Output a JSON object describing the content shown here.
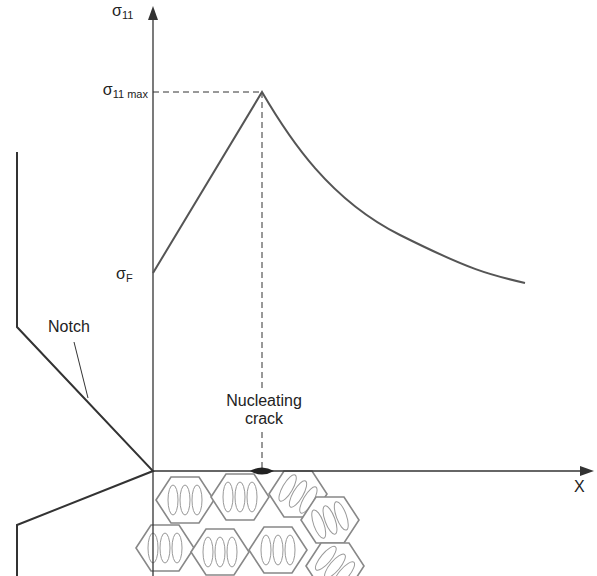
{
  "diagram": {
    "labels": [
      "σ11",
      "σ11 max",
      "σF",
      "Notch",
      "Nucleating crack",
      "X"
    ]
  }
}
